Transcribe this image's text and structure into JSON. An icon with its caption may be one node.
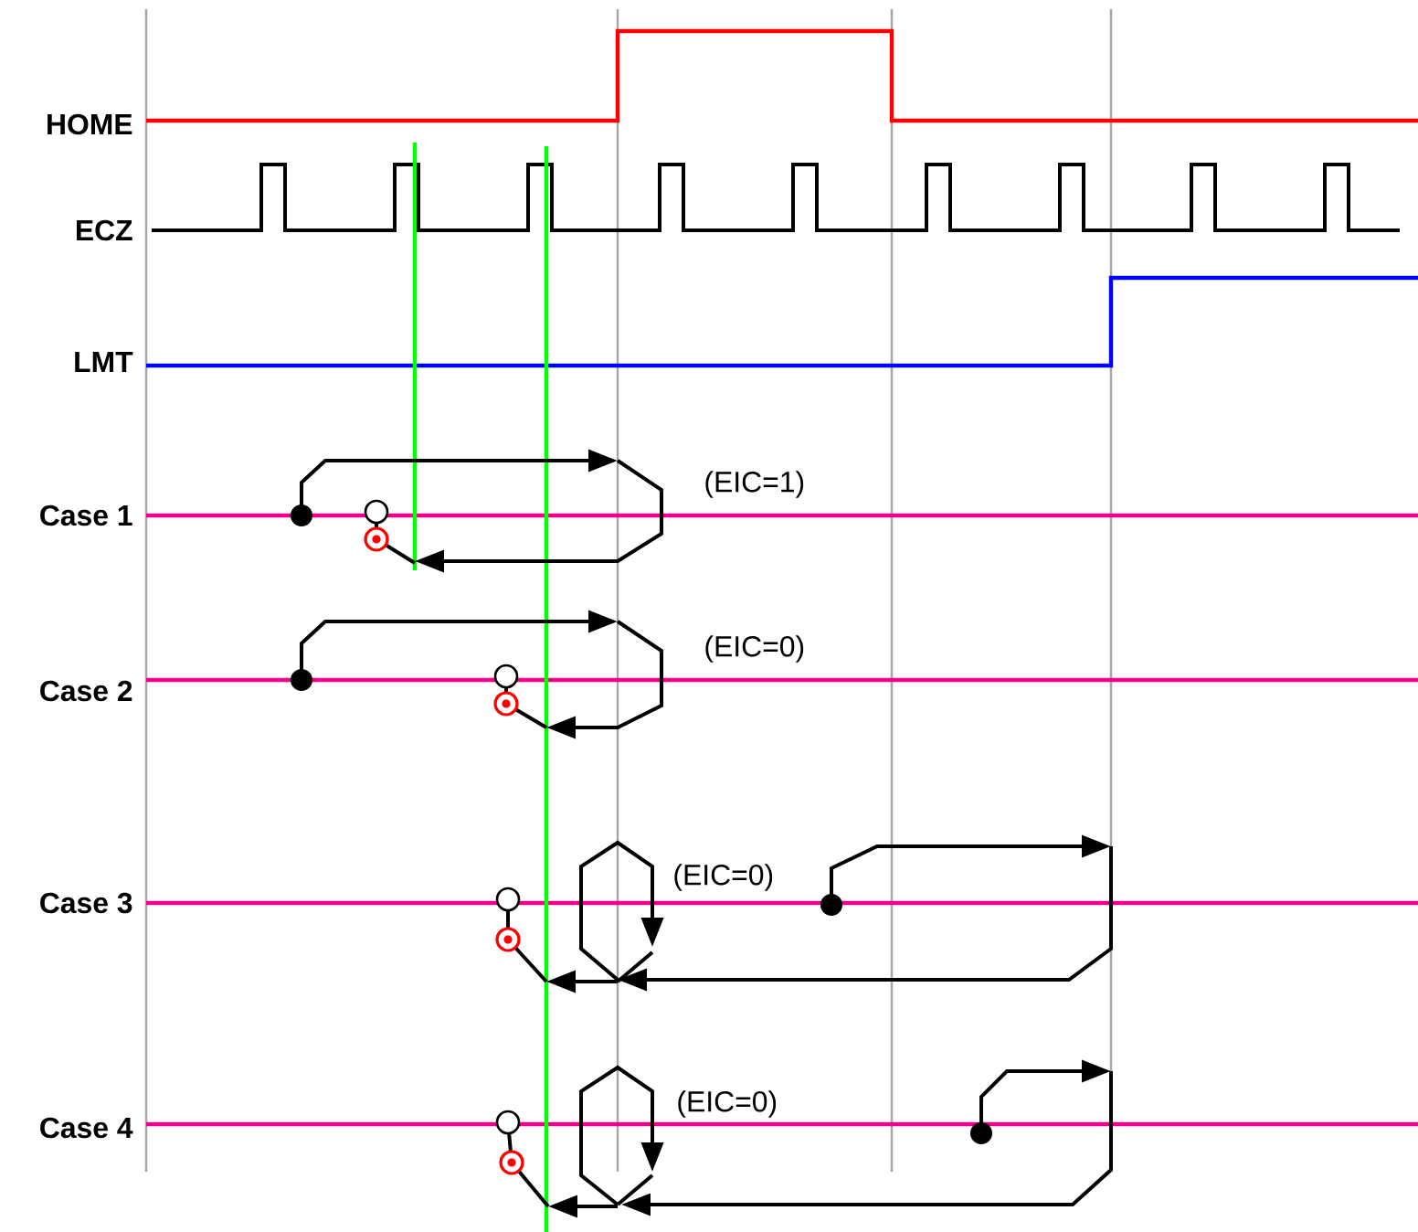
{
  "diagram": {
    "labels": [
      "HOME",
      "ECZ",
      "LMT",
      "Case 1",
      "(EIC=1)",
      "Case 2",
      "(EIC=0)",
      "Case 3",
      "(EIC=0)",
      "Case 4",
      "(EIC=0)"
    ]
  }
}
